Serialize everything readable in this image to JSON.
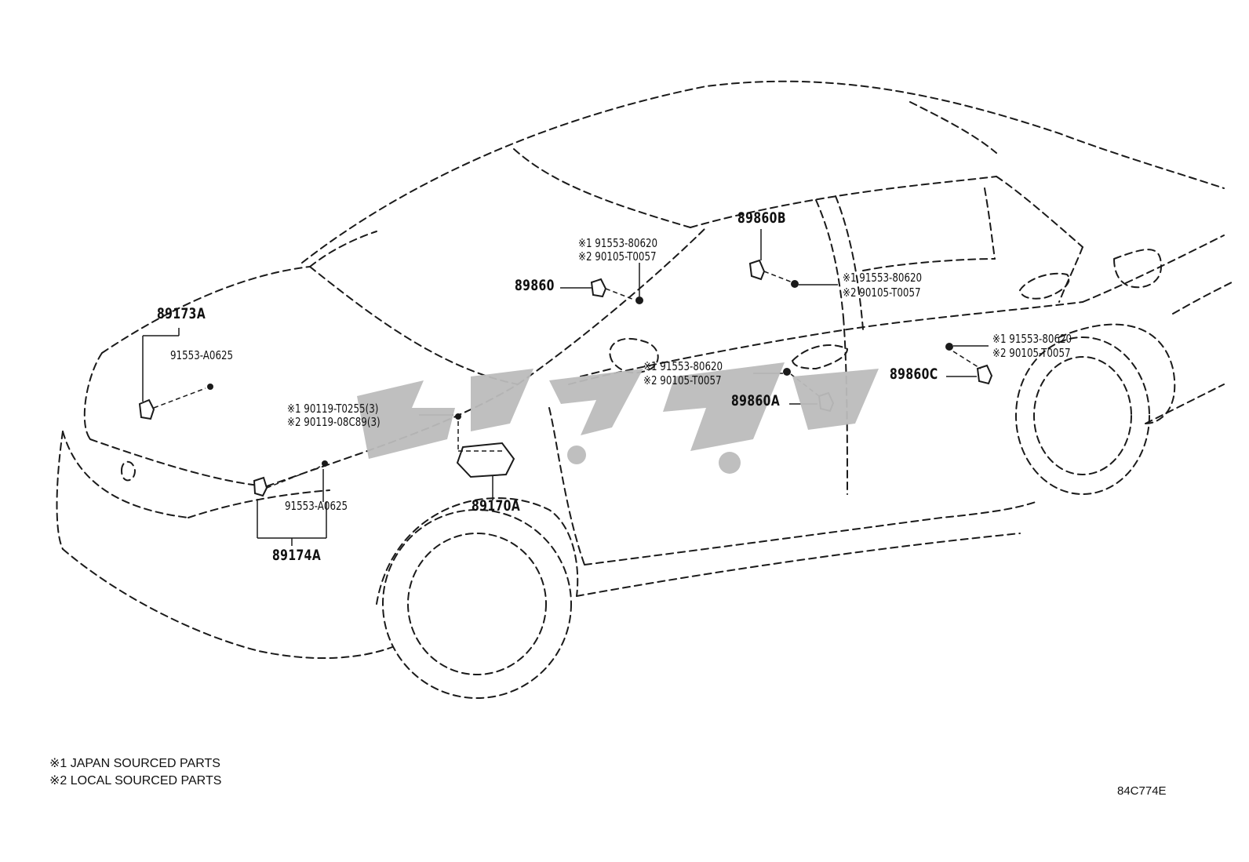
{
  "colors": {
    "line": "#1a1a1a",
    "watermark": "#bcbcbc",
    "background": "#ffffff"
  },
  "labels": {
    "p89173A": "89173A",
    "p91553_A0625_top": "91553-A0625",
    "p91553_A0625_bot": "91553-A0625",
    "p89174A": "89174A",
    "p89860": "89860",
    "p89860_j1": "※1 91553-80620",
    "p89860_l2": "※2 90105-T0057",
    "p89860B": "89860B",
    "p89860B_j1": "※1 91553-80620",
    "p89860B_l2": "※2 90105-T0057",
    "p89860A": "89860A",
    "p89860A_j1": "※1 91553-80620",
    "p89860A_l2": "※2 90105-T0057",
    "p89860C": "89860C",
    "p89860C_j1": "※1 91553-80620",
    "p89860C_l2": "※2 90105-T0057",
    "p89170A": "89170A",
    "p89170A_j1": "※1 90119-T0255(3)",
    "p89170A_l2": "※2 90119-08C89(3)"
  },
  "notes": {
    "note1": "※1 JAPAN SOURCED PARTS",
    "note2": "※2 LOCAL SOURCED PARTS"
  },
  "diagram_code": "84C774E"
}
